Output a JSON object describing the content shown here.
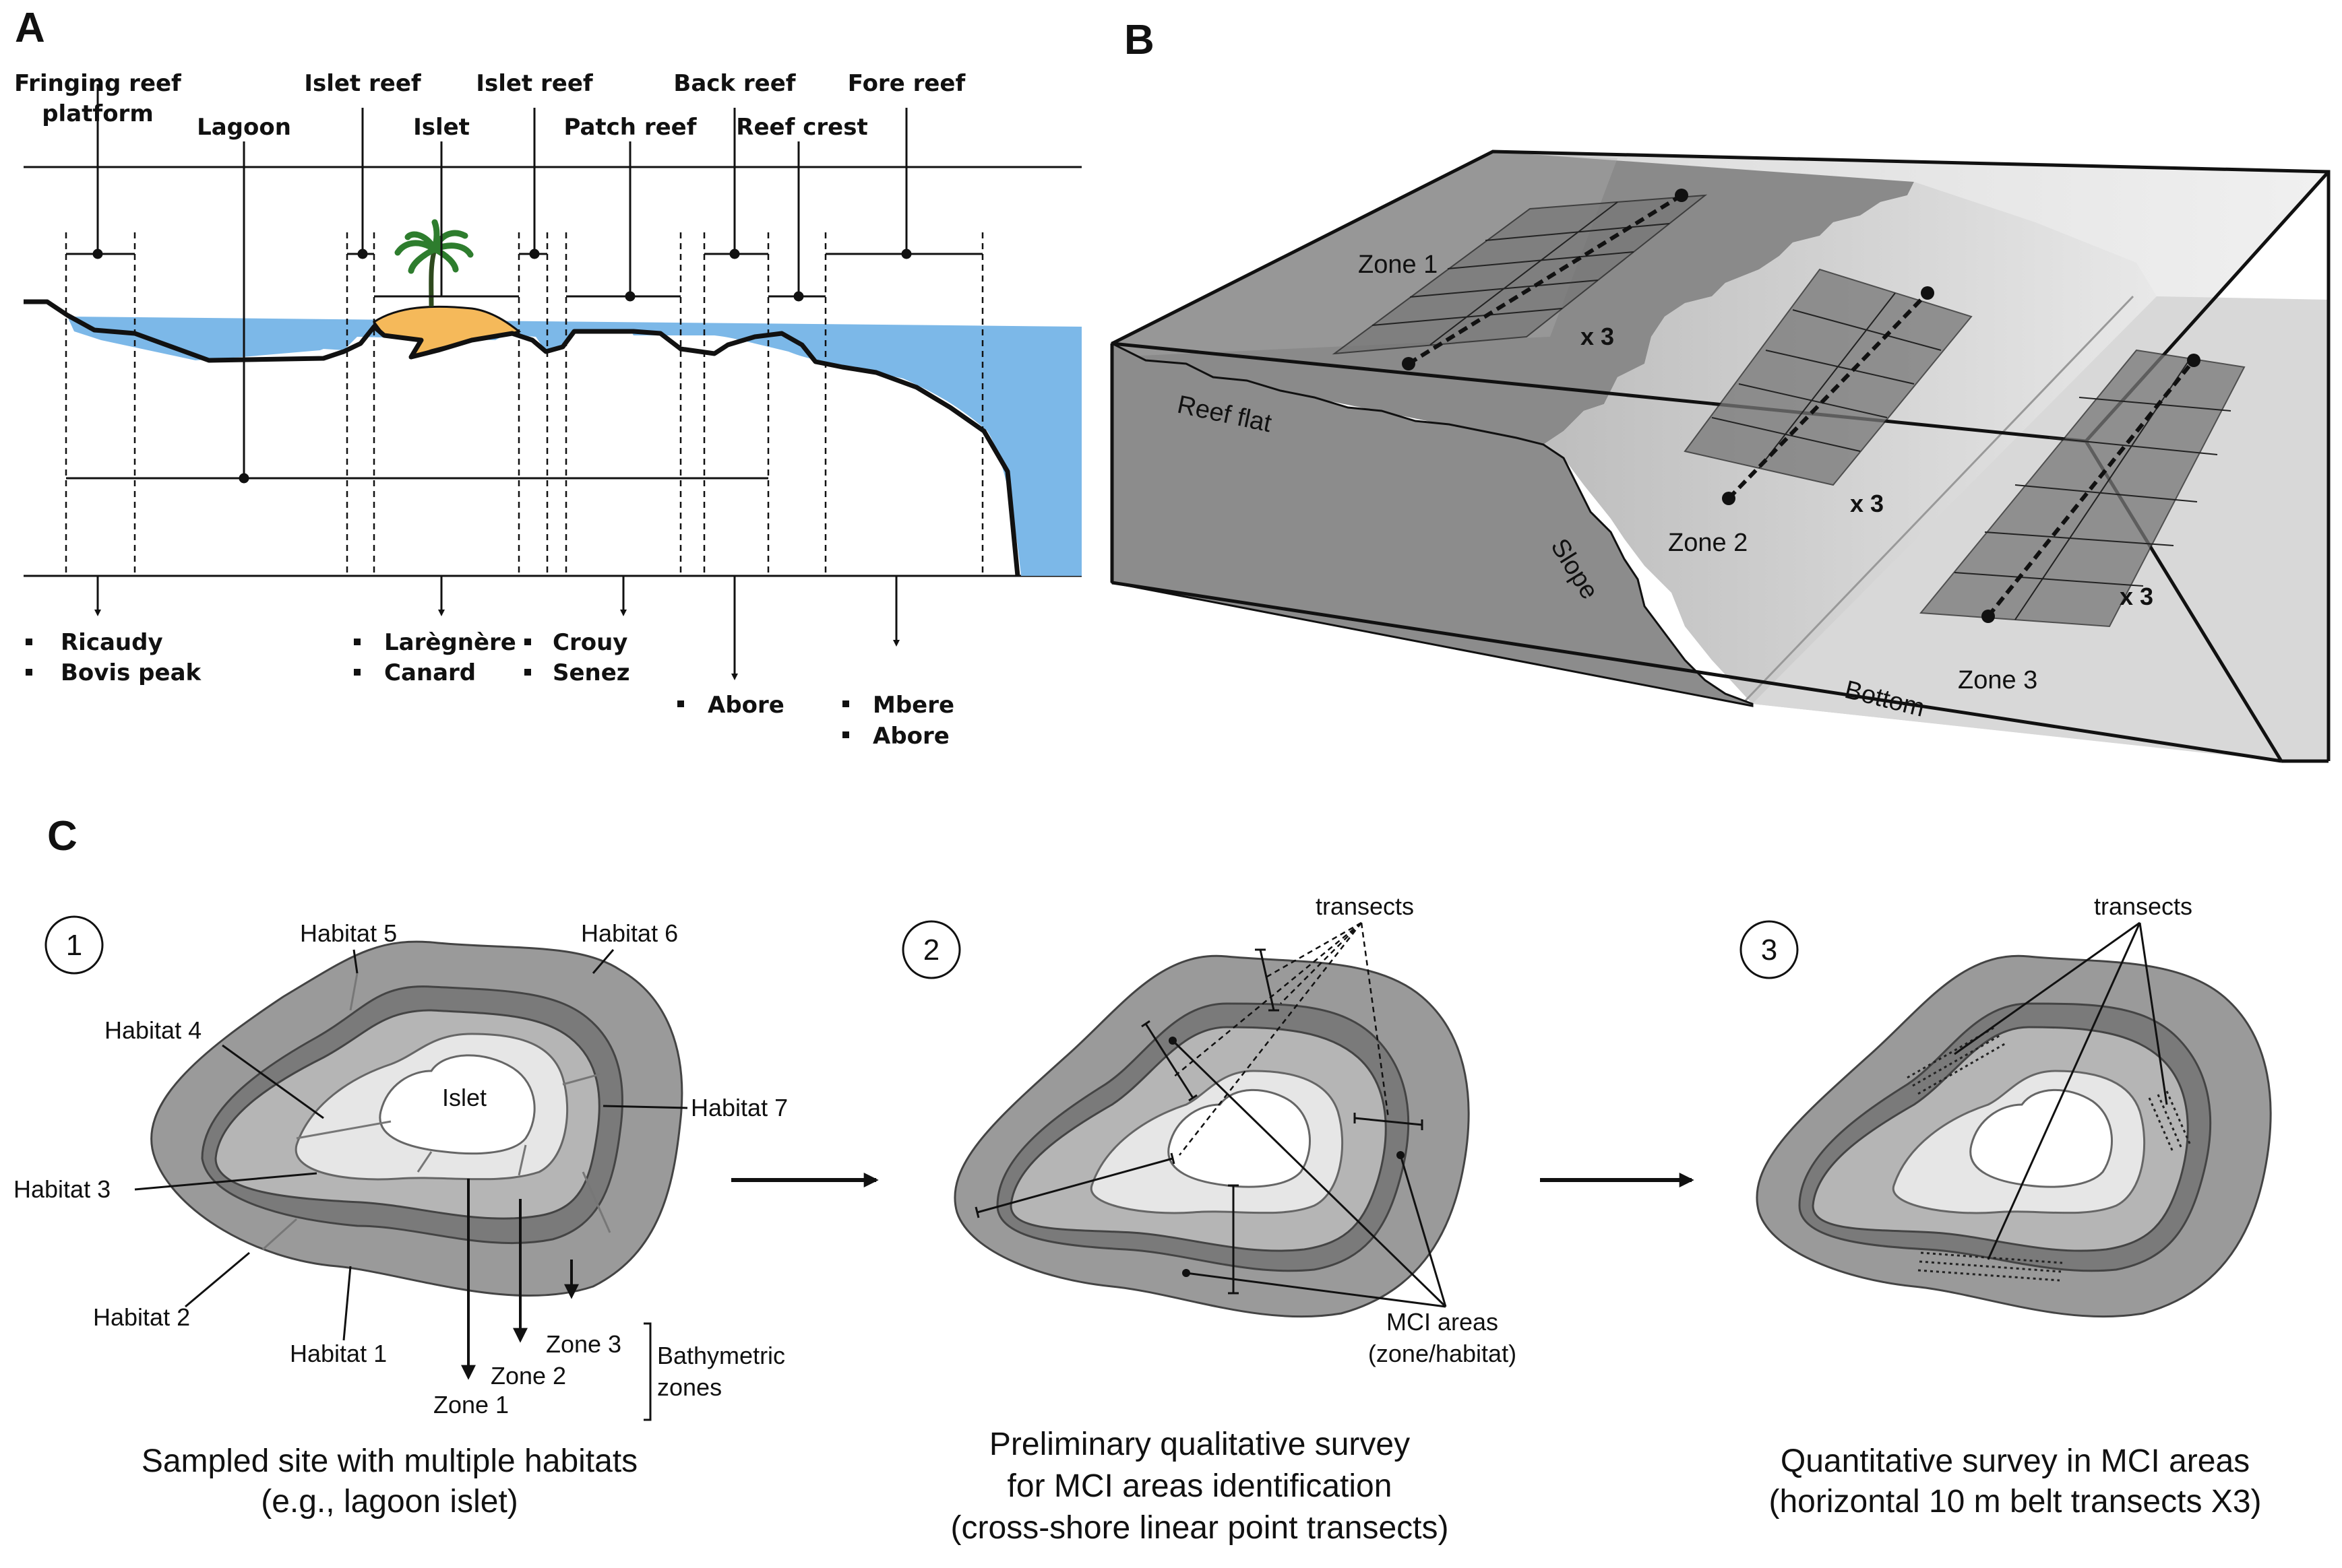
{
  "panel_letters": {
    "a": "A",
    "b": "B",
    "c": "C"
  },
  "panel_a": {
    "labels": {
      "fringing_reef_platform_1": "Fringing reef",
      "fringing_reef_platform_2": "platform",
      "lagoon": "Lagoon",
      "islet_reef_left": "Islet reef",
      "islet": "Islet",
      "islet_reef_right": "Islet reef",
      "patch_reef": "Patch reef",
      "back_reef": "Back reef",
      "reef_crest": "Reef crest",
      "fore_reef": "Fore reef"
    },
    "sites": {
      "group1": [
        "Ricaudy",
        "Bovis peak"
      ],
      "group2": [
        "Larègnère",
        "Canard"
      ],
      "group3": [
        "Crouy",
        "Senez"
      ],
      "group4": [
        "Abore"
      ],
      "group5": [
        "Mbere",
        "Abore"
      ]
    },
    "colors": {
      "water": "#7cb8e8",
      "islet": "#f5b95a",
      "palm": "#2e7d2e"
    }
  },
  "panel_b": {
    "reef_flat": "Reef flat",
    "slope": "Slope",
    "bottom": "Bottom",
    "zone1": "Zone 1",
    "zone2": "Zone 2",
    "zone3": "Zone 3",
    "x3": "x 3"
  },
  "panel_c": {
    "step_numbers": [
      "1",
      "2",
      "3"
    ],
    "step1": {
      "habitats": {
        "h1": "Habitat 1",
        "h2": "Habitat 2",
        "h3": "Habitat 3",
        "h4": "Habitat 4",
        "h5": "Habitat 5",
        "h6": "Habitat 6",
        "h7": "Habitat 7"
      },
      "islet": "Islet",
      "zones": {
        "z1": "Zone 1",
        "z2": "Zone 2",
        "z3": "Zone 3"
      },
      "bathymetric_1": "Bathymetric",
      "bathymetric_2": "zones",
      "caption_1": "Sampled site with multiple habitats",
      "caption_2": "(e.g., lagoon islet)"
    },
    "step2": {
      "transects": "transects",
      "mci_1": "MCI areas",
      "mci_2": "(zone/habitat)",
      "caption_1": "Preliminary qualitative survey",
      "caption_2": "for MCI areas identification",
      "caption_3": "(cross-shore linear point transects)"
    },
    "step3": {
      "transects": "transects",
      "caption_1": "Quantitative survey in MCI areas",
      "caption_2": "(horizontal 10 m belt transects X3)"
    }
  }
}
